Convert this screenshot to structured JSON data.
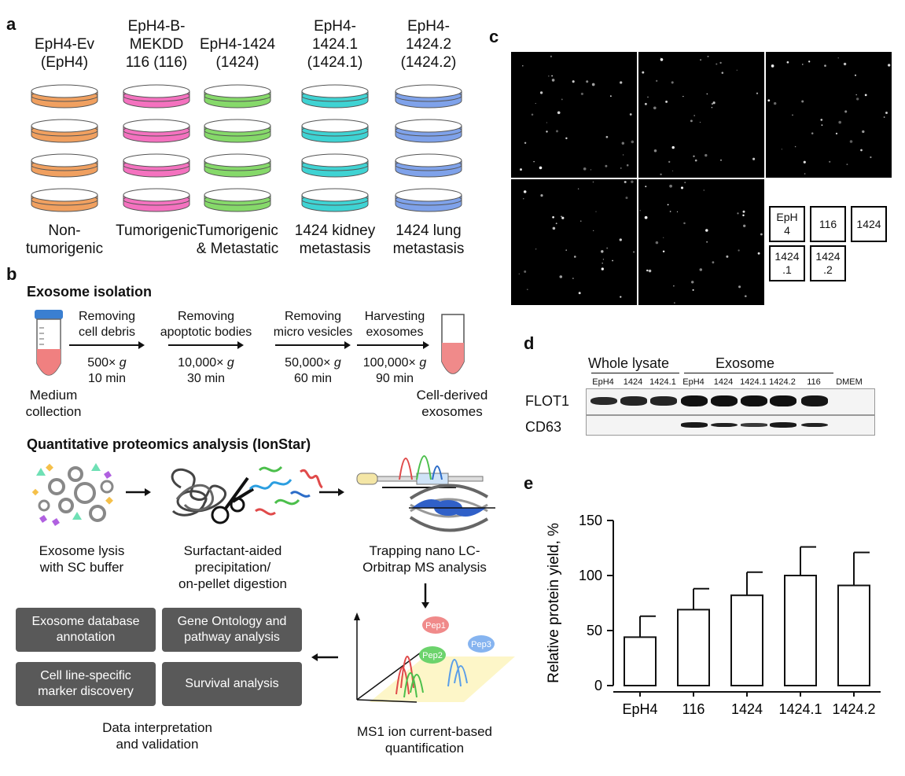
{
  "panels": {
    "a": "a",
    "b": "b",
    "c": "c",
    "d": "d",
    "e": "e"
  },
  "panel_a": {
    "columns": [
      {
        "title": [
          "EpH4-Ev",
          "(EpH4)"
        ],
        "color": "#f0a060",
        "fate": [
          "Non-",
          "tumorigenic"
        ]
      },
      {
        "title": [
          "EpH4-B-",
          "MEKDD",
          "116 (116)"
        ],
        "color": "#f472bf",
        "fate": [
          "Tumorigenic"
        ]
      },
      {
        "title": [
          "EpH4-1424",
          "(1424)"
        ],
        "color": "#86d96a",
        "fate": [
          "Tumorigenic",
          "& Metastatic"
        ]
      },
      {
        "title": [
          "EpH4-",
          "1424.1",
          "(1424.1)"
        ],
        "color": "#3fd3d3",
        "fate": [
          "1424 kidney",
          "metastasis"
        ]
      },
      {
        "title": [
          "EpH4-",
          "1424.2",
          "(1424.2)"
        ],
        "color": "#7fa2ea",
        "fate": [
          "1424 lung",
          "metastasis"
        ]
      }
    ]
  },
  "panel_b": {
    "isolation_title": "Exosome isolation",
    "medium": [
      "Medium",
      "collection"
    ],
    "steps": [
      {
        "name": [
          "Removing",
          "cell debris"
        ],
        "speed": "500×",
        "g": "g",
        "time": "10 min"
      },
      {
        "name": [
          "Removing",
          "apoptotic bodies"
        ],
        "speed": "10,000×",
        "g": "g",
        "time": "30 min"
      },
      {
        "name": [
          "Removing",
          "micro vesicles"
        ],
        "speed": "50,000×",
        "g": "g",
        "time": "60 min"
      },
      {
        "name": [
          "Harvesting",
          "exosomes"
        ],
        "speed": "100,000×",
        "g": "g",
        "time": "90 min"
      }
    ],
    "product": [
      "Cell-derived",
      "exosomes"
    ],
    "proteomics_title": "Quantitative proteomics analysis (IonStar)",
    "lysis": [
      "Exosome lysis",
      "with SC buffer"
    ],
    "digestion": [
      "Surfactant-aided",
      "precipitation/",
      "on-pellet digestion"
    ],
    "lcms": [
      "Trapping nano LC-",
      "Orbitrap MS analysis"
    ],
    "quant": [
      "MS1 ion current-based",
      "quantification"
    ],
    "peptides": [
      "Pep1",
      "Pep2",
      "Pep3"
    ],
    "boxes": [
      [
        "Exosome database",
        "annotation"
      ],
      [
        "Gene Ontology and",
        "pathway analysis"
      ],
      [
        "Cell line-specific",
        "marker discovery"
      ],
      [
        "Survival analysis"
      ]
    ],
    "interpretation": [
      "Data interpretation",
      "and validation"
    ]
  },
  "panel_c": {
    "key": [
      [
        "EpH",
        "4"
      ],
      [
        "116"
      ],
      [
        "1424"
      ],
      [
        "1424",
        ".1"
      ],
      [
        "1424",
        ".2"
      ]
    ]
  },
  "panel_d": {
    "group_whole": "Whole lysate",
    "group_exosome": "Exosome",
    "lanes": [
      "EpH4",
      "1424",
      "1424.1",
      "EpH4",
      "1424",
      "1424.1",
      "1424.2",
      "116",
      "DMEM"
    ],
    "rows": [
      "FLOT1",
      "CD63"
    ],
    "flot1_intensity": [
      0.75,
      0.8,
      0.8,
      1.0,
      1.0,
      1.0,
      1.0,
      0.95,
      0
    ],
    "cd63_intensity": [
      0,
      0,
      0,
      0.9,
      0.85,
      0.6,
      0.9,
      0.85,
      0
    ]
  },
  "chart_data": {
    "type": "bar",
    "categories": [
      "EpH4",
      "116",
      "1424",
      "1424.1",
      "1424.2"
    ],
    "values": [
      44,
      69,
      82,
      100,
      91
    ],
    "error": [
      19,
      19,
      21,
      26,
      30
    ],
    "ylabel": "Relative protein yield, %",
    "ylim": [
      0,
      150
    ],
    "yticks": [
      0,
      50,
      100,
      150
    ]
  }
}
